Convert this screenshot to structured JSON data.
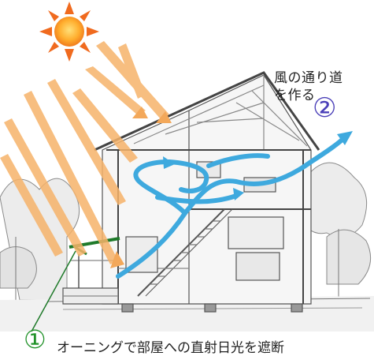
{
  "annotations": {
    "wind_line1": "風の通り道",
    "wind_line2": "を作る",
    "marker_two": "②",
    "marker_one": "①",
    "caption": "オーニングで部屋への直射日光を遮断"
  },
  "colors": {
    "sunlight": "#f6b36a",
    "wind": "#3ea9de",
    "awning": "#1f7a2a",
    "marker_two": "#4a3fb8",
    "marker_one": "#22922a"
  },
  "icons": [
    "sun-icon"
  ]
}
